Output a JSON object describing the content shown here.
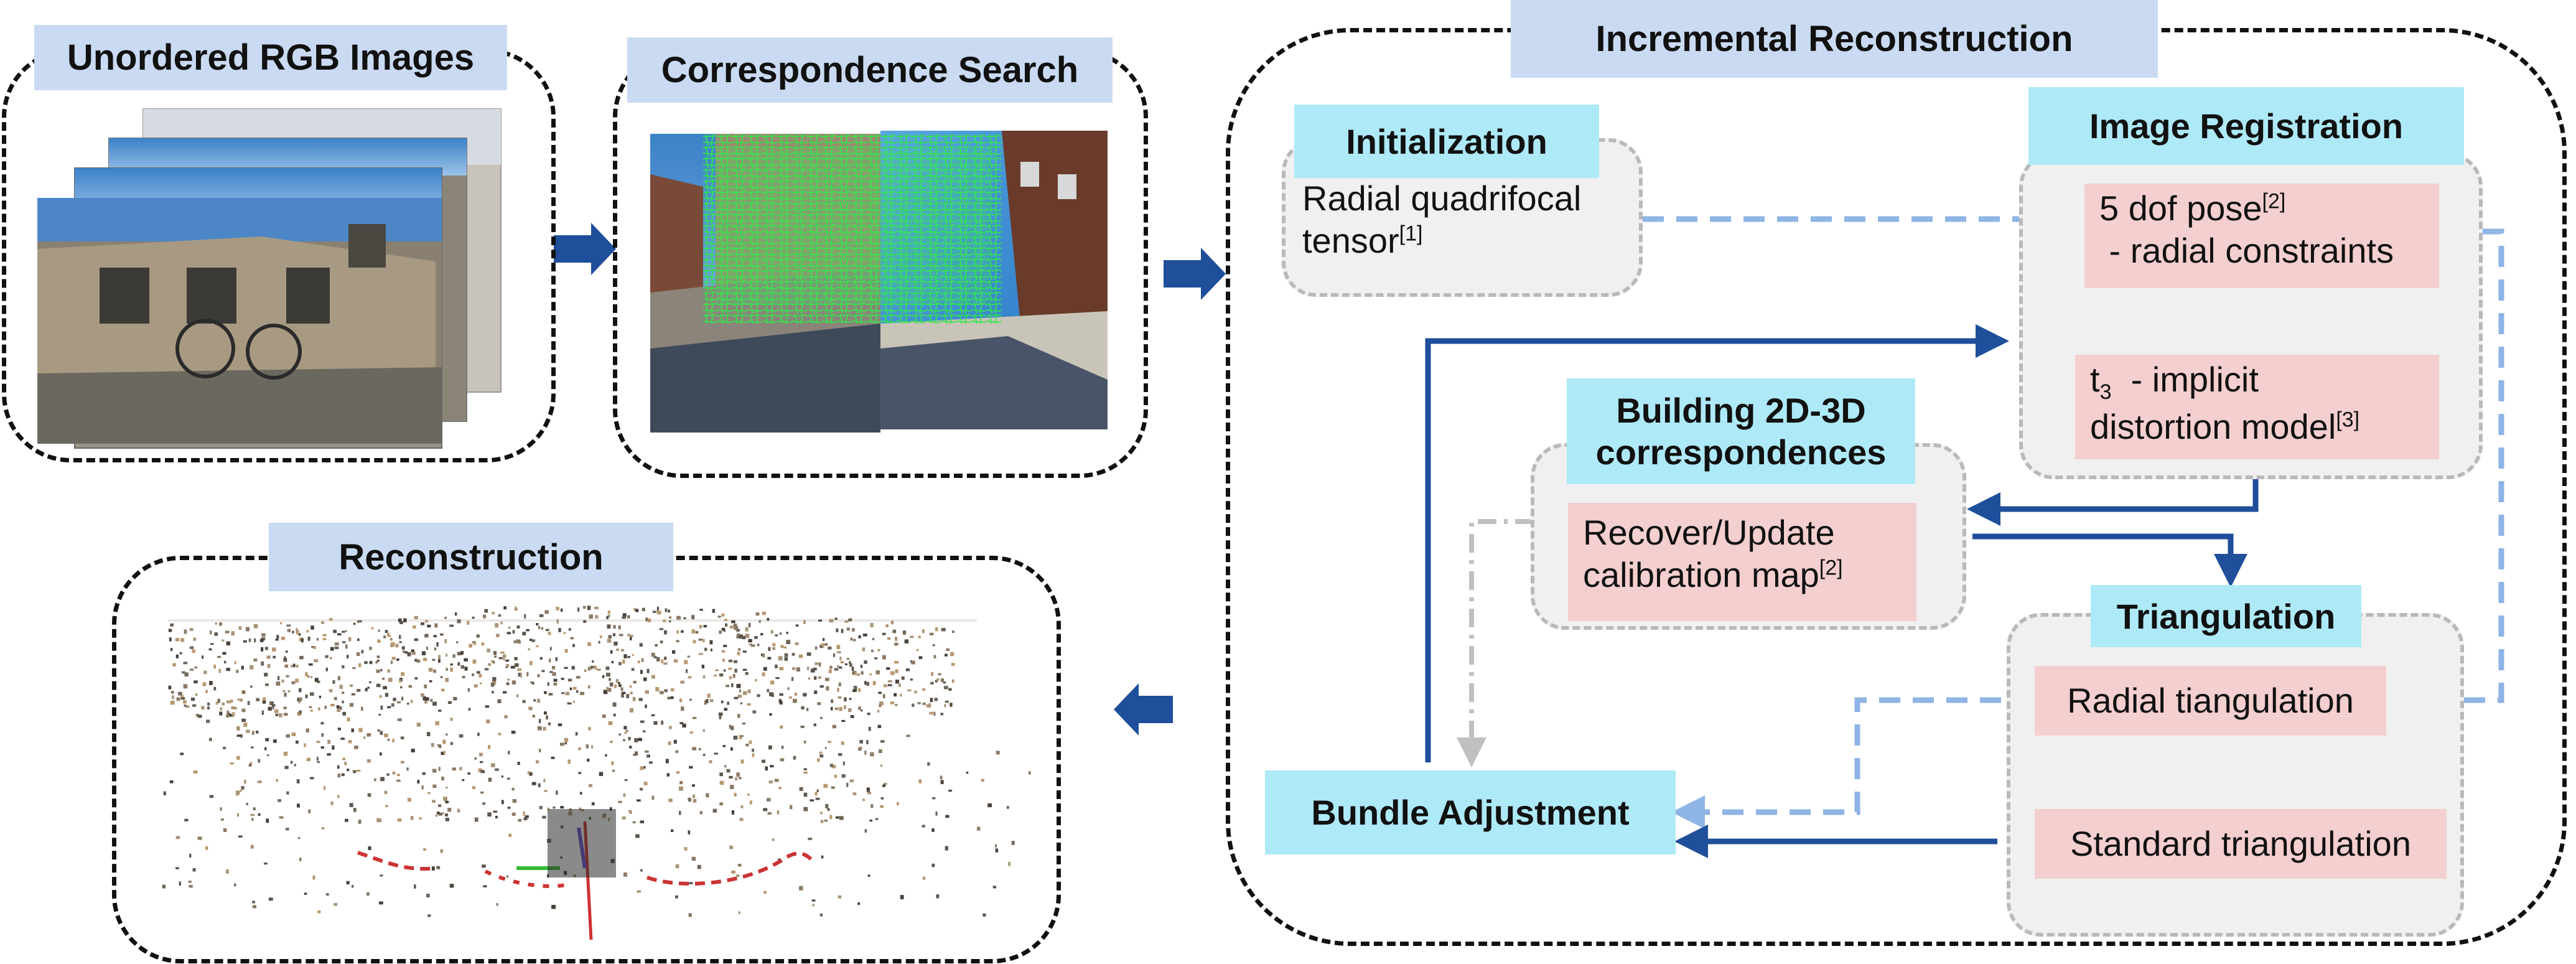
{
  "colors": {
    "arrow_dark": "#1f4e9a",
    "arrow_light": "#8fb4e6",
    "arrow_gray": "#c0c0c0",
    "title_bg": "#c9daf2",
    "step_bg": "#aee9f7",
    "box_bg": "#f4cfcf"
  },
  "panels": {
    "images": {
      "title": "Unordered RGB Images"
    },
    "correspondence": {
      "title": "Correspondence Search"
    },
    "incremental": {
      "title": "Incremental Reconstruction"
    },
    "reconstruction": {
      "title": "Reconstruction"
    }
  },
  "nodes": {
    "initialization": {
      "label": "Initialization",
      "text_a": "Radial quadrifocal",
      "text_b": "tensor",
      "ref": "[1]"
    },
    "registration": {
      "label": "Image Registration",
      "pose_a": "5 dof pose",
      "pose_ref": "[2]",
      "pose_b": " - radial constraints",
      "t3_pre": "t",
      "t3_sub": "3",
      "t3_a": "  - implicit",
      "t3_b": "distortion model",
      "t3_ref": "[3]"
    },
    "correspondences": {
      "label_a": "Building 2D-3D",
      "label_b": "correspondences",
      "box_a": "Recover/Update",
      "box_b": "calibration map",
      "box_ref": "[2]"
    },
    "triangulation": {
      "label": "Triangulation",
      "radial": "Radial tiangulation",
      "standard": "Standard triangulation"
    },
    "bundle": {
      "label": "Bundle Adjustment"
    }
  }
}
